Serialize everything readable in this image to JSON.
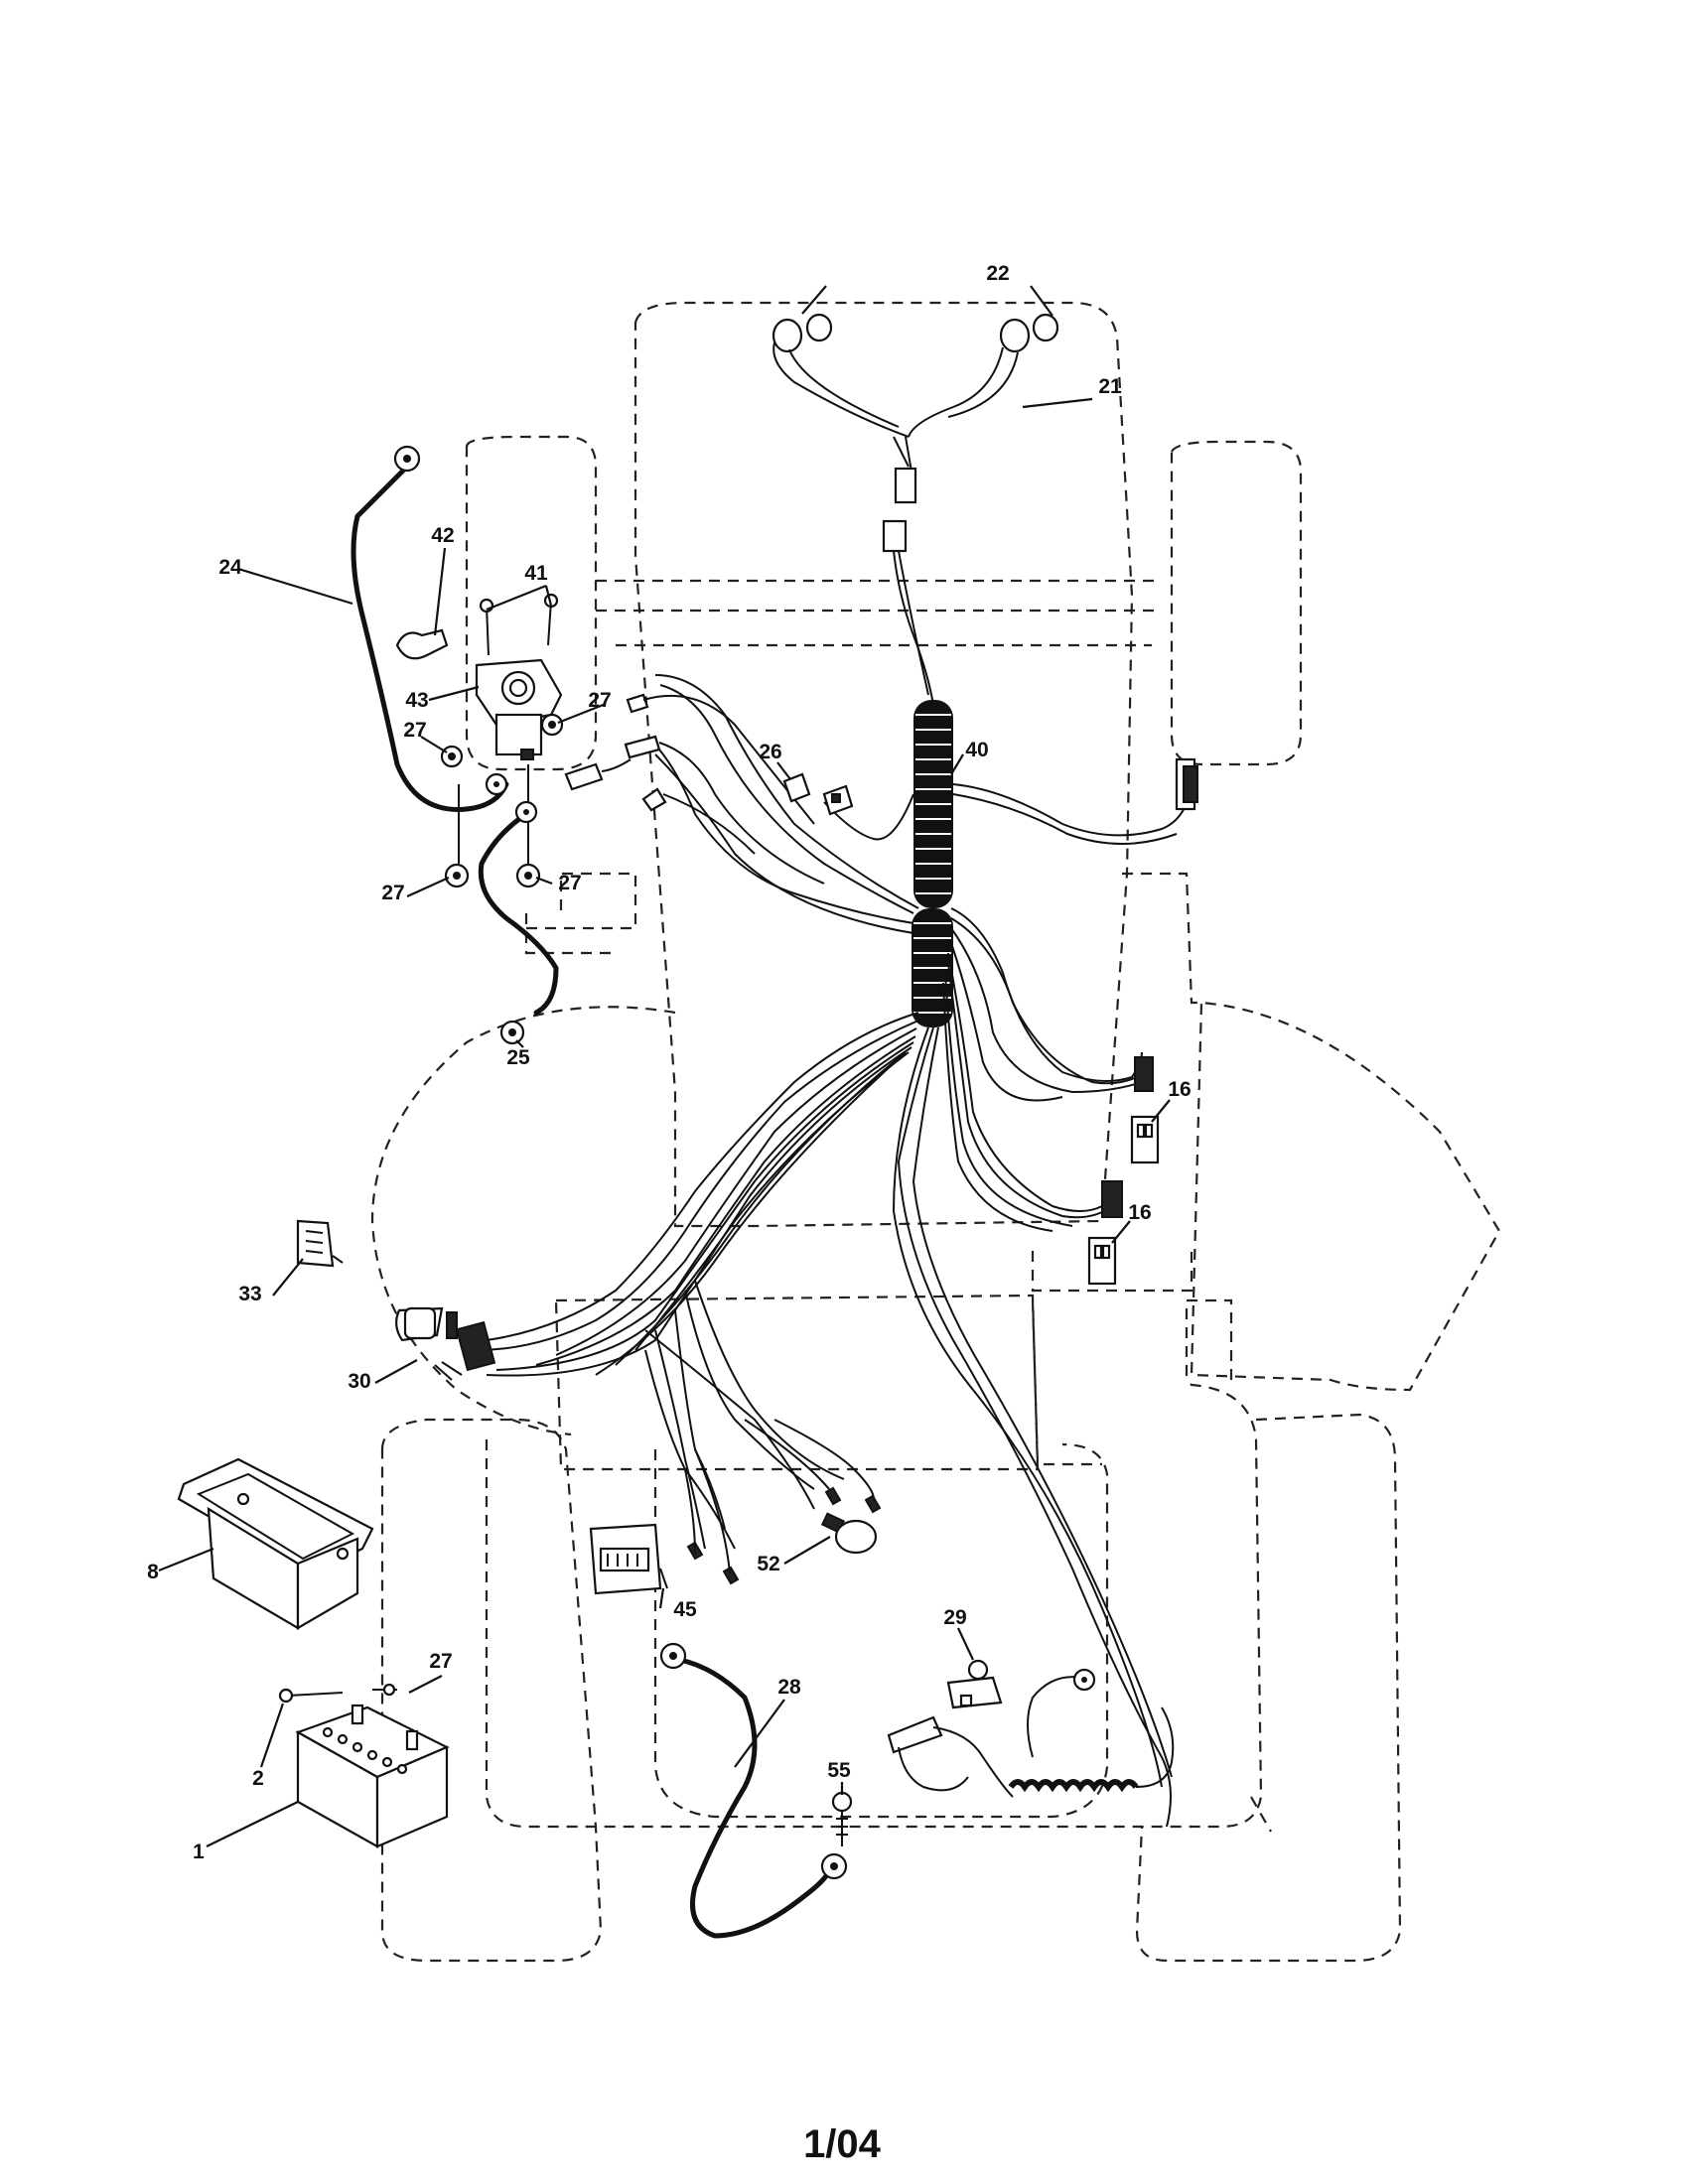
{
  "parts": [
    {
      "key": "p1",
      "label": "1"
    },
    {
      "key": "p2",
      "label": "2"
    },
    {
      "key": "p8",
      "label": "8"
    },
    {
      "key": "p16a",
      "label": "16"
    },
    {
      "key": "p16b",
      "label": "16"
    },
    {
      "key": "p21",
      "label": "21"
    },
    {
      "key": "p22",
      "label": "22"
    },
    {
      "key": "p24",
      "label": "24"
    },
    {
      "key": "p25",
      "label": "25"
    },
    {
      "key": "p26",
      "label": "26"
    },
    {
      "key": "p27a",
      "label": "27"
    },
    {
      "key": "p27b",
      "label": "27"
    },
    {
      "key": "p27c",
      "label": "27"
    },
    {
      "key": "p27d",
      "label": "27"
    },
    {
      "key": "p27e",
      "label": "27"
    },
    {
      "key": "p28",
      "label": "28"
    },
    {
      "key": "p29",
      "label": "29"
    },
    {
      "key": "p30",
      "label": "30"
    },
    {
      "key": "p33",
      "label": "33"
    },
    {
      "key": "p40",
      "label": "40"
    },
    {
      "key": "p41",
      "label": "41"
    },
    {
      "key": "p42",
      "label": "42"
    },
    {
      "key": "p43",
      "label": "43"
    },
    {
      "key": "p45",
      "label": "45"
    },
    {
      "key": "p52",
      "label": "52"
    },
    {
      "key": "p55",
      "label": "55"
    }
  ],
  "footer": {
    "page_code": "1/04"
  }
}
